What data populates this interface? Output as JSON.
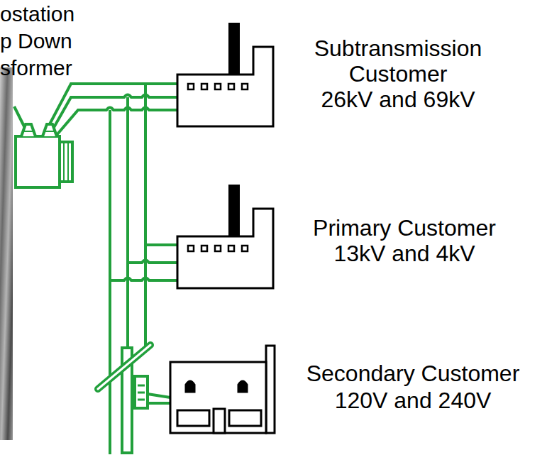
{
  "diagram": {
    "labels": [
      "ostation",
      "p Down",
      "sformer",
      "Subtransmission Customer",
      "26kV and 69kV",
      "Primary Customer",
      "13kV and 4kV",
      "Secondary Customer",
      "120V and 240V"
    ]
  }
}
